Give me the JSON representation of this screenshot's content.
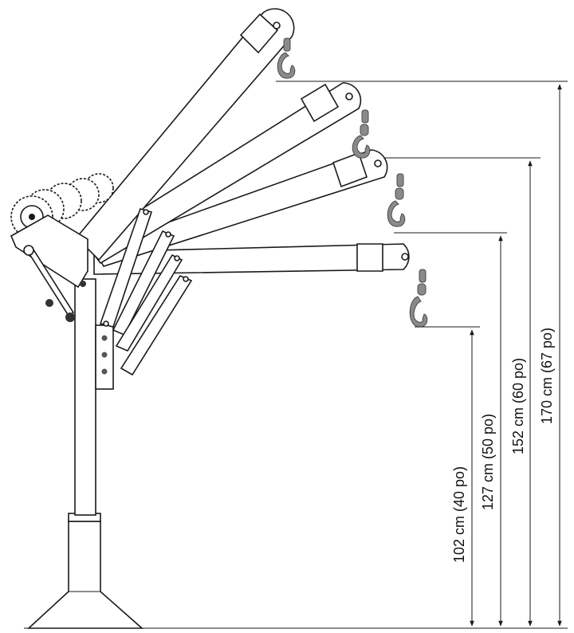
{
  "figure": {
    "subject": "jib crane boom positions with height dimensions",
    "accent_color": "#1a1a1a",
    "hook_color": "#8a8a8a"
  },
  "dimensions": [
    {
      "label": "102 cm (40 po)"
    },
    {
      "label": "127 cm (50 po)"
    },
    {
      "label": "152 cm (60 po)"
    },
    {
      "label": "170 cm (67 po)"
    }
  ]
}
